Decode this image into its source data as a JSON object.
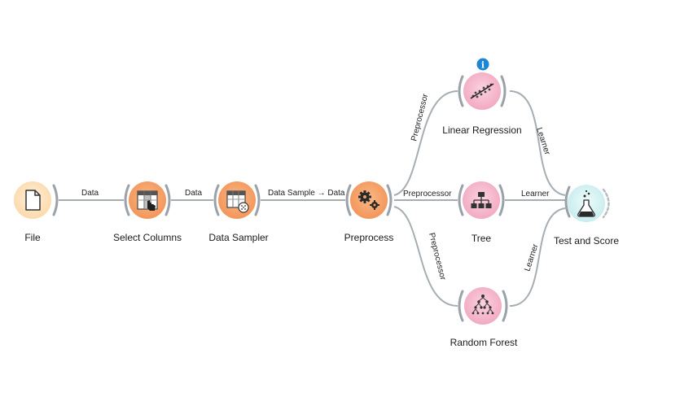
{
  "canvas": {
    "background": "#ffffff",
    "link_color": "#a6adb3"
  },
  "colors": {
    "data_widget": "#f5a26b",
    "data_widget_light": "#fde4c6",
    "model_widget": "#f6b8cc",
    "evaluate_widget": "#d6f1f2",
    "info_badge": "#1c86d6"
  },
  "nodes": [
    {
      "id": "file",
      "label": "File",
      "icon": "file-icon",
      "category": "data_light"
    },
    {
      "id": "select_columns",
      "label": "Select Columns",
      "icon": "select-columns-icon",
      "category": "data"
    },
    {
      "id": "data_sampler",
      "label": "Data Sampler",
      "icon": "data-sampler-icon",
      "category": "data"
    },
    {
      "id": "preprocess",
      "label": "Preprocess",
      "icon": "gears-icon",
      "category": "data"
    },
    {
      "id": "linear_regression",
      "label": "Linear Regression",
      "icon": "linear-regression-icon",
      "category": "model",
      "badge": "i"
    },
    {
      "id": "tree",
      "label": "Tree",
      "icon": "tree-icon",
      "category": "model"
    },
    {
      "id": "random_forest",
      "label": "Random Forest",
      "icon": "random-forest-icon",
      "category": "model"
    },
    {
      "id": "test_and_score",
      "label": "Test and Score",
      "icon": "flask-icon",
      "category": "evaluate"
    }
  ],
  "links": [
    {
      "from": "file",
      "to": "select_columns",
      "label": "Data"
    },
    {
      "from": "select_columns",
      "to": "data_sampler",
      "label": "Data"
    },
    {
      "from": "data_sampler",
      "to": "preprocess",
      "label": "Data Sample → Data"
    },
    {
      "from": "preprocess",
      "to": "linear_regression",
      "label": "Preprocessor"
    },
    {
      "from": "preprocess",
      "to": "tree",
      "label": "Preprocessor"
    },
    {
      "from": "preprocess",
      "to": "random_forest",
      "label": "Preprocessor"
    },
    {
      "from": "linear_regression",
      "to": "test_and_score",
      "label": "Learner"
    },
    {
      "from": "tree",
      "to": "test_and_score",
      "label": "Learner"
    },
    {
      "from": "random_forest",
      "to": "test_and_score",
      "label": "Learner"
    }
  ]
}
